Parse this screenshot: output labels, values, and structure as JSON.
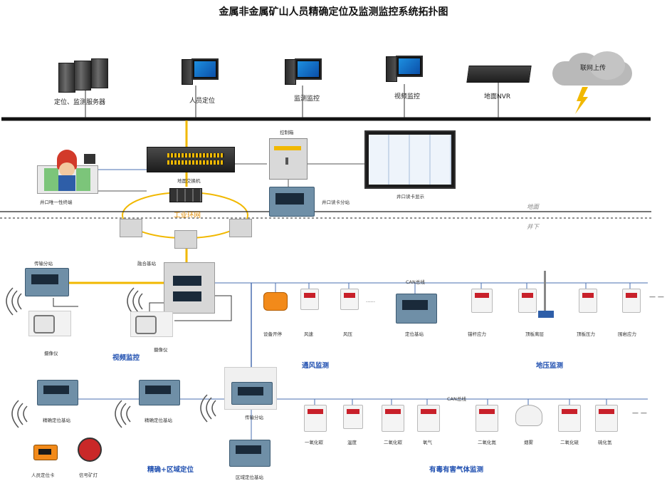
{
  "title": "金属非金属矿山人员精确定位及监测监控系统拓扑图",
  "surface_top": {
    "server": "定位、监测服务器",
    "personnel": "人员定位",
    "monitoring": "监测监控",
    "video": "视频监控",
    "nvr": "地面NVR",
    "cloud": "联网上传"
  },
  "surface": {
    "terminal": "井口唯一性终端",
    "switch": "地面交换机",
    "cabinet": "控制箱",
    "reader": "井口读卡分站",
    "display": "井口读卡显示",
    "ring": "工业环网",
    "ground": "地面",
    "underground": "井下"
  },
  "underground": {
    "transfer_1": "传输分站",
    "fusion": "融合基站",
    "camera_1": "摄像仪",
    "camera_2": "摄像仪",
    "video_section": "视频监控",
    "can_1": "CAN总线",
    "can_2": "CAN总线",
    "ellipsis": "……",
    "dash_1": "— —",
    "dash_2": "— —",
    "equip": "设备开停",
    "wind_speed": "风速",
    "wind_pressure": "风压",
    "locator": "定位基站",
    "anchor": "锚杆应力",
    "roof": "顶板离层",
    "roof_pressure": "顶板压力",
    "surround": "围岩应力",
    "vent_section": "通风监测",
    "pressure_section": "地压监测",
    "precise_1": "精确定位基站",
    "precise_2": "精确定位基站",
    "transfer_2": "传输分站",
    "area_station": "区域定位基站",
    "card": "人员定位卡",
    "lamp": "信号矿灯",
    "precise_section": "精确+区域定位",
    "co": "一氧化碳",
    "temp": "温度",
    "co2": "二氧化碳",
    "o2": "氧气",
    "no2": "二氧化氮",
    "smoke": "烟雾",
    "so2": "二氧化硫",
    "h2s": "硫化氢",
    "gas_section": "有毒有害气体监测"
  },
  "colors": {
    "backbone": "#111111",
    "ring": "#f1b800",
    "link": "#4a6fb0",
    "section_blue": "#1f4fb0",
    "ring_label": "#e08b00"
  }
}
